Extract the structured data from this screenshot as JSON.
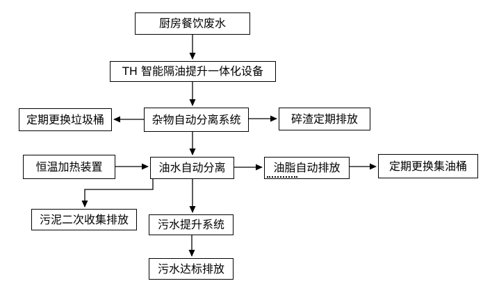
{
  "diagram": {
    "type": "flowchart",
    "colors": {
      "background": "#ffffff",
      "box_border": "#000000",
      "line": "#000000",
      "text": "#000000"
    },
    "nodes": {
      "kitchen": {
        "label": "厨房餐饮废水"
      },
      "th_unit": {
        "label": "TH 智能隔油提升一体化设备"
      },
      "debris": {
        "label": "杂物自动分离系统"
      },
      "trash": {
        "label": "定期更换垃圾桶"
      },
      "residue": {
        "label": "碎渣定期排放"
      },
      "heating": {
        "label": "恒温加热装置"
      },
      "oilwater": {
        "label": "油水自动分离"
      },
      "grease": {
        "label": "油脂自动排放",
        "underline_dots": true
      },
      "oilbarrel": {
        "label": "定期更换集油桶"
      },
      "sludge": {
        "label": "污泥二次收集排放"
      },
      "lift": {
        "label": "污水提升系统"
      },
      "discharge": {
        "label": "污水达标排放"
      }
    },
    "edges": [
      {
        "from": "kitchen",
        "to": "th_unit"
      },
      {
        "from": "th_unit",
        "to": "debris"
      },
      {
        "from": "debris",
        "to": "trash"
      },
      {
        "from": "debris",
        "to": "residue"
      },
      {
        "from": "debris",
        "to": "oilwater"
      },
      {
        "from": "heating",
        "to": "oilwater"
      },
      {
        "from": "oilwater",
        "to": "grease"
      },
      {
        "from": "grease",
        "to": "oilbarrel"
      },
      {
        "from": "oilwater",
        "to": "sludge"
      },
      {
        "from": "oilwater",
        "to": "lift"
      },
      {
        "from": "lift",
        "to": "discharge"
      }
    ]
  }
}
